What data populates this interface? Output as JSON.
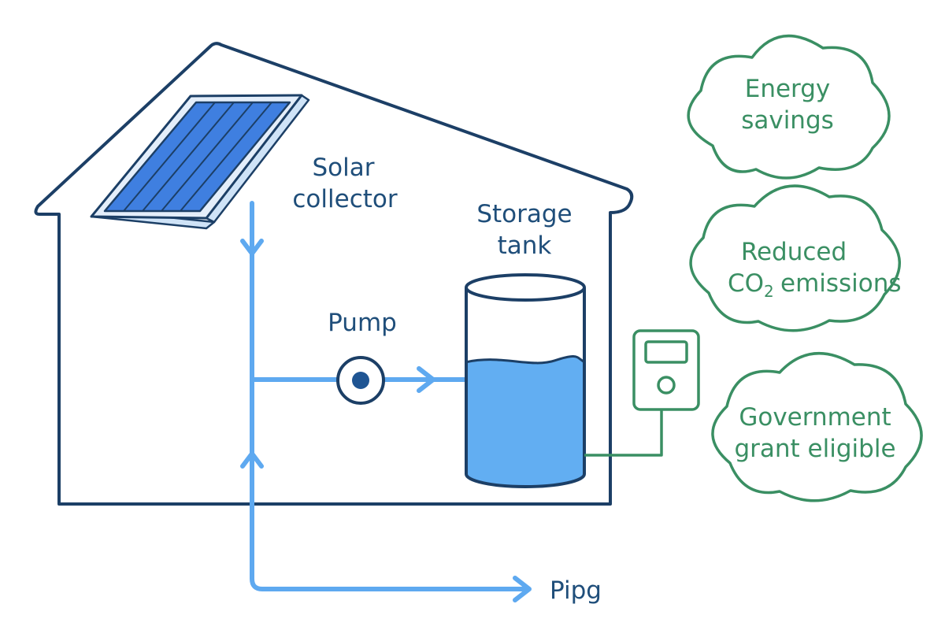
{
  "labels": {
    "solar_collector": [
      "Solar",
      "collector"
    ],
    "storage_tank": [
      "Storage",
      "tank"
    ],
    "pump": "Pump",
    "piping": "Pipg"
  },
  "benefits": [
    {
      "lines": [
        "Energy",
        "savings"
      ]
    },
    {
      "lines": [
        "Reduced",
        "emissions"
      ],
      "formula_main": "CO",
      "formula_sub": "2"
    },
    {
      "lines": [
        "Government",
        "grant eligible"
      ]
    }
  ],
  "tank_fill_fraction": 0.6,
  "colors": {
    "outline": "#1c3f66",
    "pipe": "#5ea9f0",
    "panel": "#3f7fe0",
    "water": "#62aef2",
    "green": "#3a8f63"
  }
}
